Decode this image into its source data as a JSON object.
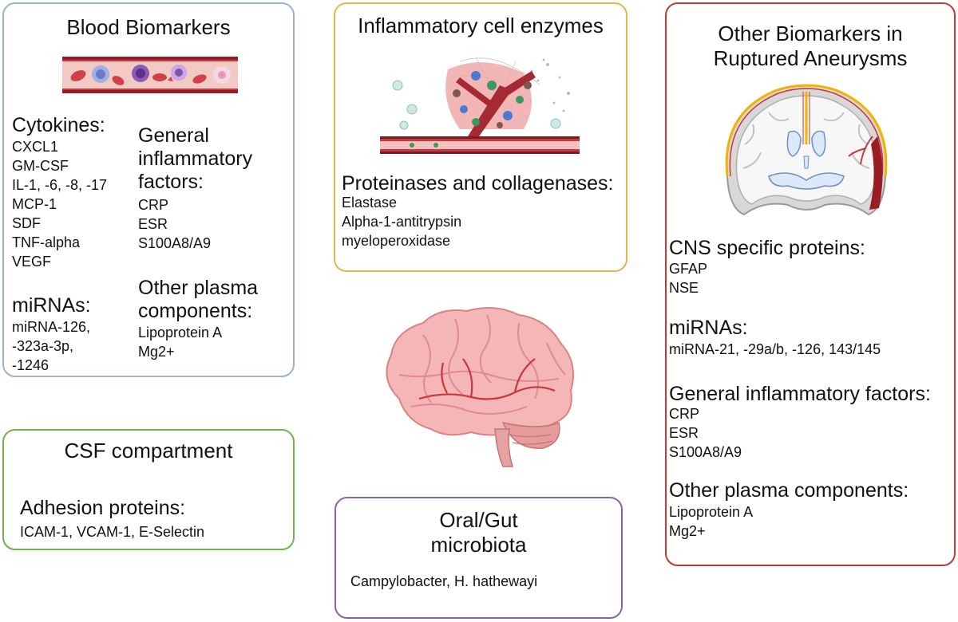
{
  "blood": {
    "title": "Blood Biomarkers",
    "cytokines_heading": "Cytokines:",
    "cytokines": [
      "CXCL1",
      "GM-CSF",
      "IL-1, -6, -8, -17",
      "MCP-1",
      "SDF",
      "TNF-alpha",
      "VEGF"
    ],
    "general_heading_lines": [
      "General",
      "inflammatory",
      "factors:"
    ],
    "general": [
      "CRP",
      "ESR",
      "S100A8/A9"
    ],
    "mirna_heading": "miRNAs:",
    "mirnas": [
      "miRNA-126,",
      "-323a-3p,",
      "-1246"
    ],
    "plasma_heading_lines": [
      "Other plasma",
      "components:"
    ],
    "plasma": [
      "Lipoprotein A",
      "Mg2+"
    ]
  },
  "csf": {
    "title": "CSF compartment",
    "adhesion_heading": "Adhesion proteins:",
    "adhesion": "ICAM-1, VCAM-1, E-Selectin"
  },
  "inflam": {
    "title": "Inflammatory cell enzymes",
    "heading": "Proteinases and collagenases:",
    "items": [
      "Elastase",
      "Alpha-1-antitrypsin",
      "myeloperoxidase"
    ]
  },
  "oral": {
    "title_lines": [
      "Oral/Gut",
      "microbiota"
    ],
    "item": "Campylobacter, H. hathewayi"
  },
  "other": {
    "title_lines": [
      "Other Biomarkers in",
      "Ruptured Aneurysms"
    ],
    "cns_heading": "CNS specific proteins:",
    "cns": [
      "GFAP",
      "NSE"
    ],
    "mirna_heading": "miRNAs:",
    "mirna": "miRNA-21, -29a/b, -126, 143/145",
    "general_heading": "General inflammatory factors:",
    "general": [
      "CRP",
      "ESR",
      "S100A8/A9"
    ],
    "plasma_heading": "Other plasma components:",
    "plasma": [
      "Lipoprotein A",
      "Mg2+"
    ]
  },
  "colors": {
    "blood_border": "#9bb0d9",
    "csf_border": "#6bb54a",
    "inflam_border": "#eab34c",
    "oral_border": "#8b62b3",
    "other_border": "#c23a33",
    "vessel": "#b8323a"
  },
  "icons": [
    "blood-vessel-icon",
    "inflamed-vessel-icon",
    "brain-icon",
    "brain-section-icon"
  ]
}
